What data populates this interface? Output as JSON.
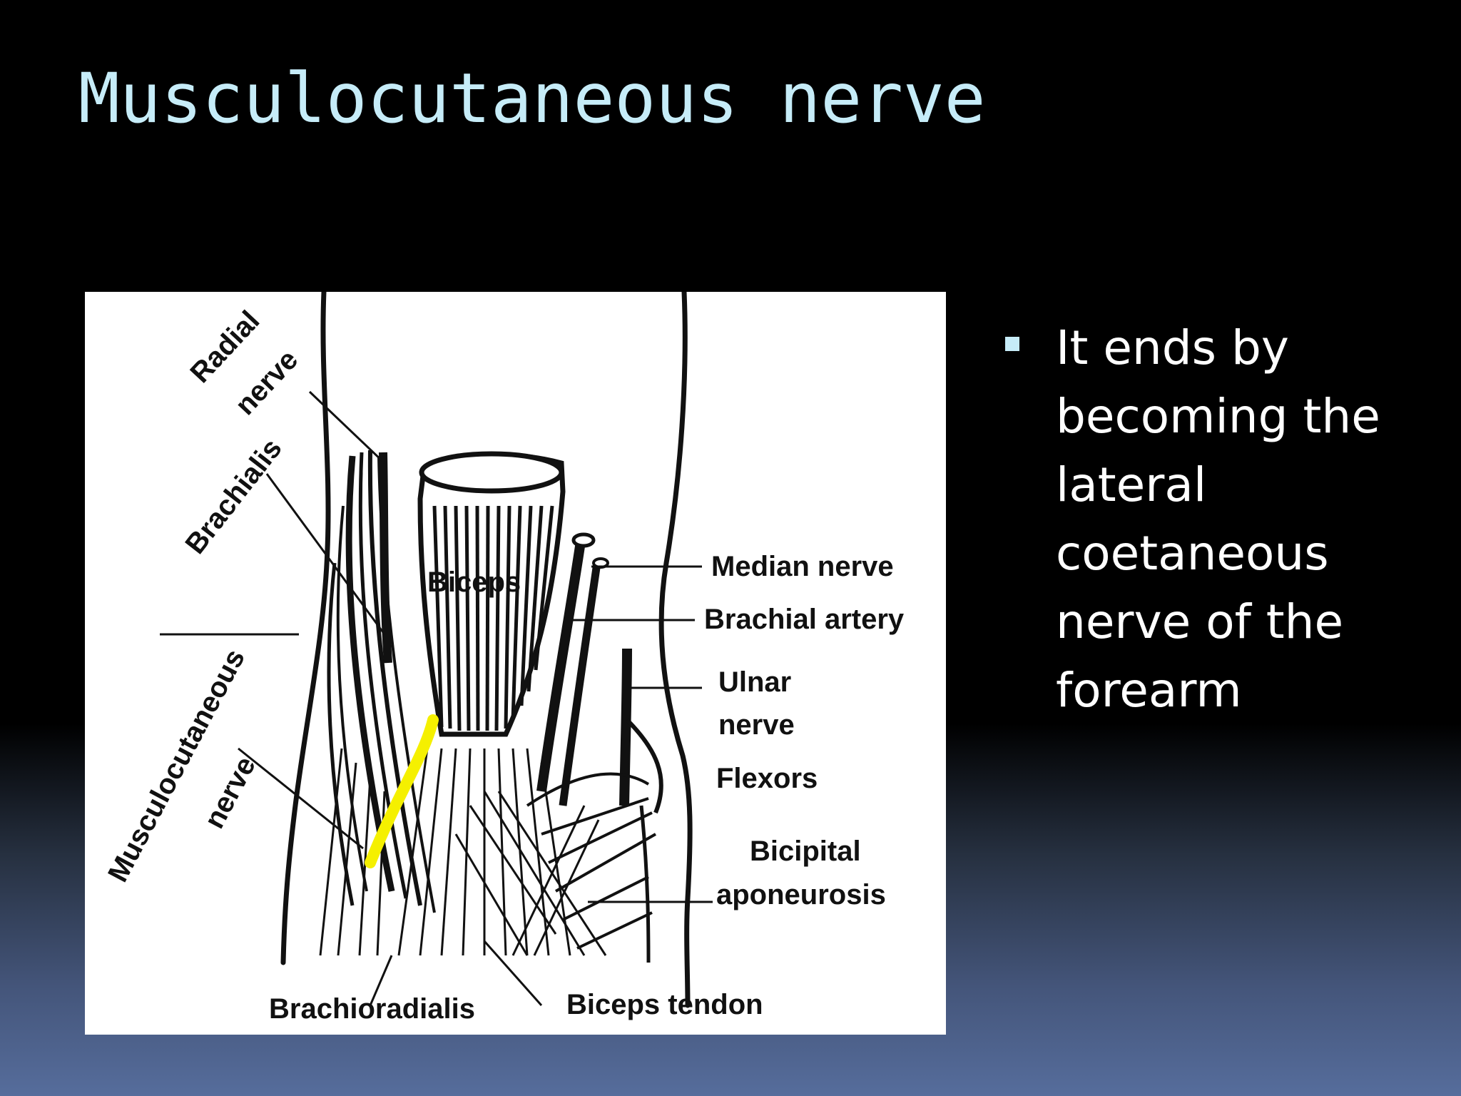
{
  "slide": {
    "title": "Musculocutaneous nerve"
  },
  "figure": {
    "labels": {
      "radial_nerve_line1": "Radial",
      "radial_nerve_line2": "nerve",
      "brachialis": "Brachialis",
      "musculocutaneous_line1": "Musculocutaneous",
      "musculocutaneous_line2": "nerve",
      "biceps": "Biceps",
      "median_nerve": "Median nerve",
      "brachial_artery": "Brachial artery",
      "ulnar_line1": "Ulnar",
      "ulnar_line2": "nerve",
      "flexors": "Flexors",
      "bicipital_line1": "Bicipital",
      "bicipital_line2": "aponeurosis",
      "brachioradialis": "Brachioradialis",
      "biceps_tendon": "Biceps tendon"
    },
    "colors": {
      "highlight_nerve": "#f5f000",
      "ink": "#111111",
      "background": "#ffffff"
    }
  },
  "bullets": [
    {
      "text": "It ends by becoming the lateral coetaneous nerve of the forearm"
    }
  ],
  "theme": {
    "title_color": "#c6ecf8",
    "bullet_marker_color": "#c6ecf8",
    "text_color": "#ffffff"
  }
}
